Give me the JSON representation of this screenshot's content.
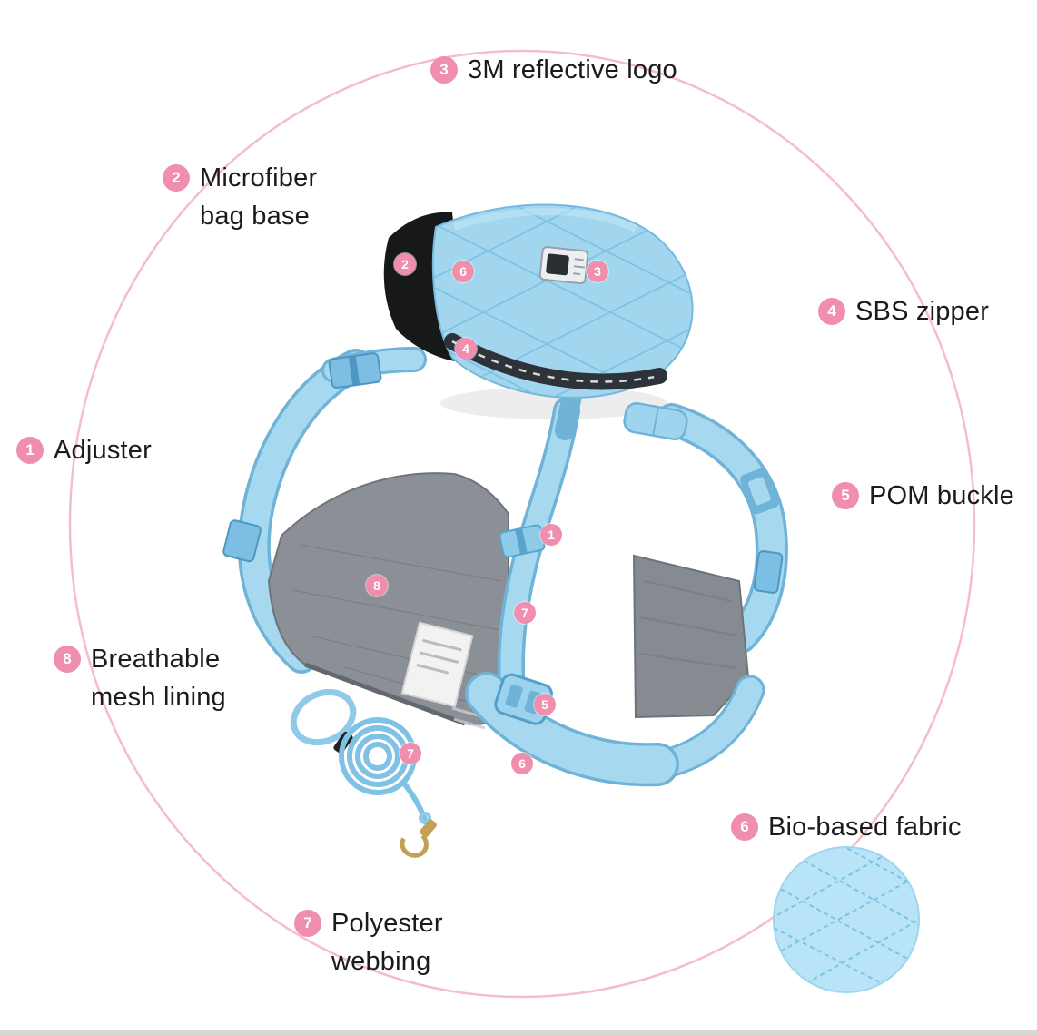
{
  "colors": {
    "background": "#ffffff",
    "accent_pink": "#ef8fad",
    "ring_pink": "#f3bdcb",
    "harness_blue": "#a2d6ef",
    "strap_edge_blue": "#6fb3d8",
    "mesh_grey": "#8a9096",
    "zipper_dark": "#2e333a",
    "bag_black": "#17181a",
    "clasp_gold": "#c2a156"
  },
  "callouts": {
    "adjuster": {
      "num": "1",
      "line1": "Adjuster",
      "line2": ""
    },
    "bag_base": {
      "num": "2",
      "line1": "Microfiber",
      "line2": "bag base"
    },
    "reflective_logo": {
      "num": "3",
      "line1": "3M reflective logo",
      "line2": ""
    },
    "zipper": {
      "num": "4",
      "line1": "SBS zipper",
      "line2": ""
    },
    "buckle": {
      "num": "5",
      "line1": "POM buckle",
      "line2": ""
    },
    "fabric": {
      "num": "6",
      "line1": "Bio-based fabric",
      "line2": ""
    },
    "webbing": {
      "num": "7",
      "line1": "Polyester",
      "line2": "webbing"
    },
    "mesh": {
      "num": "8",
      "line1": "Breathable",
      "line2": "mesh lining"
    }
  },
  "product_markers": {
    "bag_base": "2",
    "bag_fabric": "6",
    "reflective_logo": "3",
    "zipper": "4",
    "adjuster": "1",
    "mesh": "8",
    "webbing": "7",
    "buckle": "5",
    "bottom_fabric": "6",
    "leash_webbing": "7"
  }
}
